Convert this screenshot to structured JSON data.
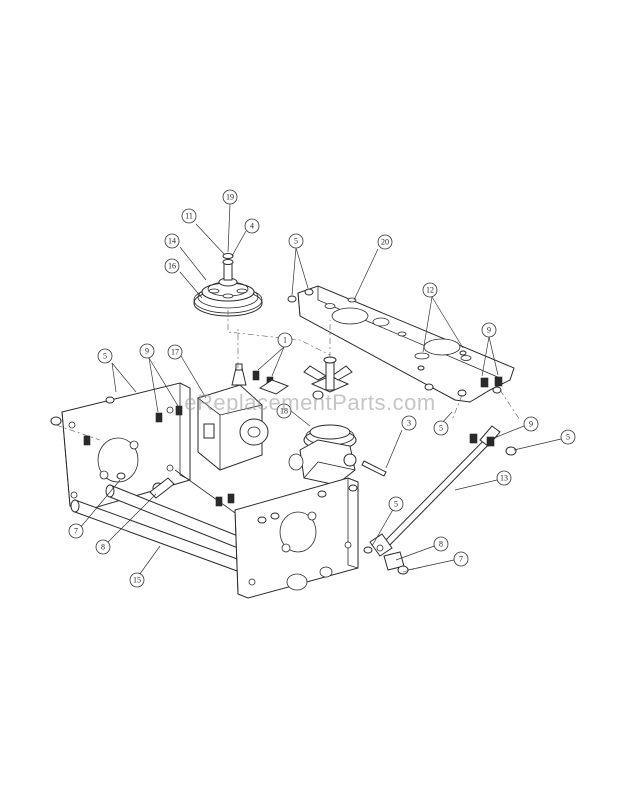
{
  "watermark": "eReplacementParts.com",
  "callouts": [
    {
      "id": "c19",
      "label": "19"
    },
    {
      "id": "c11",
      "label": "11"
    },
    {
      "id": "c4",
      "label": "4"
    },
    {
      "id": "c14",
      "label": "14"
    },
    {
      "id": "c16",
      "label": "16"
    },
    {
      "id": "c5a",
      "label": "5"
    },
    {
      "id": "c20",
      "label": "20"
    },
    {
      "id": "c12",
      "label": "12"
    },
    {
      "id": "c9a",
      "label": "9"
    },
    {
      "id": "c1",
      "label": "1"
    },
    {
      "id": "c5b",
      "label": "5"
    },
    {
      "id": "c9b",
      "label": "9"
    },
    {
      "id": "c17",
      "label": "17"
    },
    {
      "id": "c18",
      "label": "18"
    },
    {
      "id": "c3",
      "label": "3"
    },
    {
      "id": "c5c",
      "label": "5"
    },
    {
      "id": "c9c",
      "label": "9"
    },
    {
      "id": "c5d",
      "label": "5"
    },
    {
      "id": "c13",
      "label": "13"
    },
    {
      "id": "c7a",
      "label": "7"
    },
    {
      "id": "c8a",
      "label": "8"
    },
    {
      "id": "c5e",
      "label": "5"
    },
    {
      "id": "c8b",
      "label": "8"
    },
    {
      "id": "c7b",
      "label": "7"
    },
    {
      "id": "c15",
      "label": "15"
    }
  ]
}
